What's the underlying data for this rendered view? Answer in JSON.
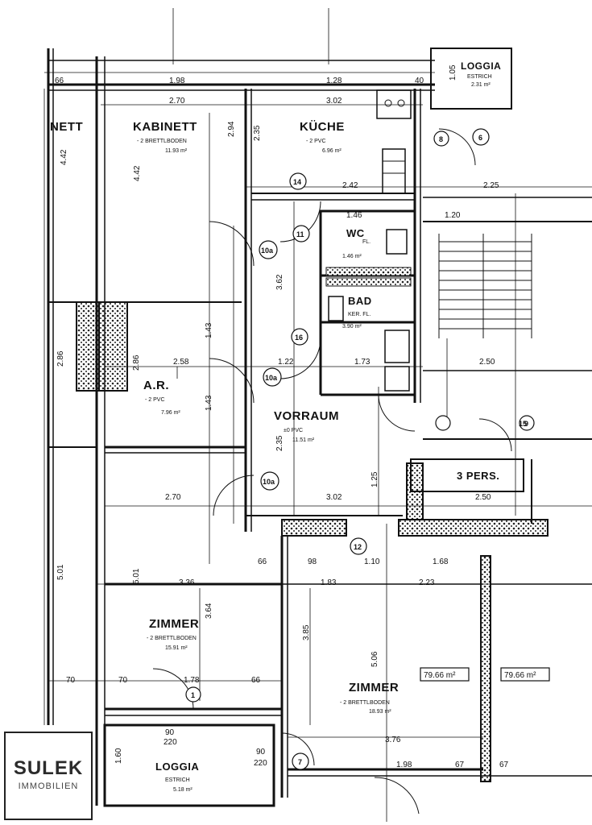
{
  "rooms": {
    "kabinett": {
      "name": "KABINETT",
      "floor": "- 2 BRETTLBODEN",
      "area": "11.93 m²"
    },
    "kueche": {
      "name": "KÜCHE",
      "floor": "- 2 PVC",
      "area": "6.96 m²"
    },
    "loggia_top": {
      "name": "LOGGIA",
      "floor": "ESTRICH",
      "area": "2.31 m²"
    },
    "wc": {
      "name": "WC",
      "floor": "FL.",
      "area": "1.46 m²"
    },
    "bad": {
      "name": "BAD",
      "floor": "KER. FL.",
      "area": "3.90 m²"
    },
    "ar": {
      "name": "A.R.",
      "floor": "- 2 PVC",
      "area": "7.96 m²"
    },
    "vorraum": {
      "name": "VORRAUM",
      "floor": "±0 PVC",
      "area": "11.51 m²"
    },
    "zimmer_left": {
      "name": "ZIMMER",
      "floor": "- 2 BRETTLBODEN",
      "area": "15.91 m²"
    },
    "zimmer_right": {
      "name": "ZIMMER",
      "floor": "- 2 BRETTLBODEN",
      "area": "18.93 m²"
    },
    "loggia_bottom": {
      "name": "LOGGIA",
      "floor": "ESTRICH",
      "area": "5.18 m²"
    },
    "pers": {
      "name": "3 PERS."
    },
    "partial_left": {
      "name": "NETT"
    }
  },
  "area_boxes": [
    "79.66 m²",
    "79.66 m²"
  ],
  "dimensions": {
    "h_top": [
      "1.98",
      "1.28",
      "40",
      "2.70",
      "3.02",
      "2.42",
      "2.25",
      "1.20",
      "1.46",
      "2.58",
      "1.22",
      "1.73",
      "2.50",
      "2.70",
      "3.02",
      "2.50",
      "3.36",
      "1.83",
      "2.23",
      "1.68",
      "1.78",
      "66",
      "3.76",
      "1.98",
      "67",
      "67",
      "70",
      "70",
      "66",
      "1.10",
      "98",
      "66",
      "90",
      "220",
      "90",
      "220"
    ],
    "v_labels": [
      "4.42",
      "4.42",
      "2.94",
      "2.35",
      "3.62",
      "1.43",
      "1.43",
      "2.86",
      "2.86",
      "2.35",
      "5.01",
      "5.01",
      "3.64",
      "3.85",
      "5.06",
      "1.60",
      "1.05",
      "1.25"
    ]
  },
  "markers": [
    "6",
    "14",
    "11",
    "10a",
    "10a",
    "10a",
    "16",
    "15",
    "9",
    "12",
    "7",
    "8",
    "1"
  ],
  "logo": {
    "name": "SULEK",
    "sub": "IMMOBILIEN"
  }
}
